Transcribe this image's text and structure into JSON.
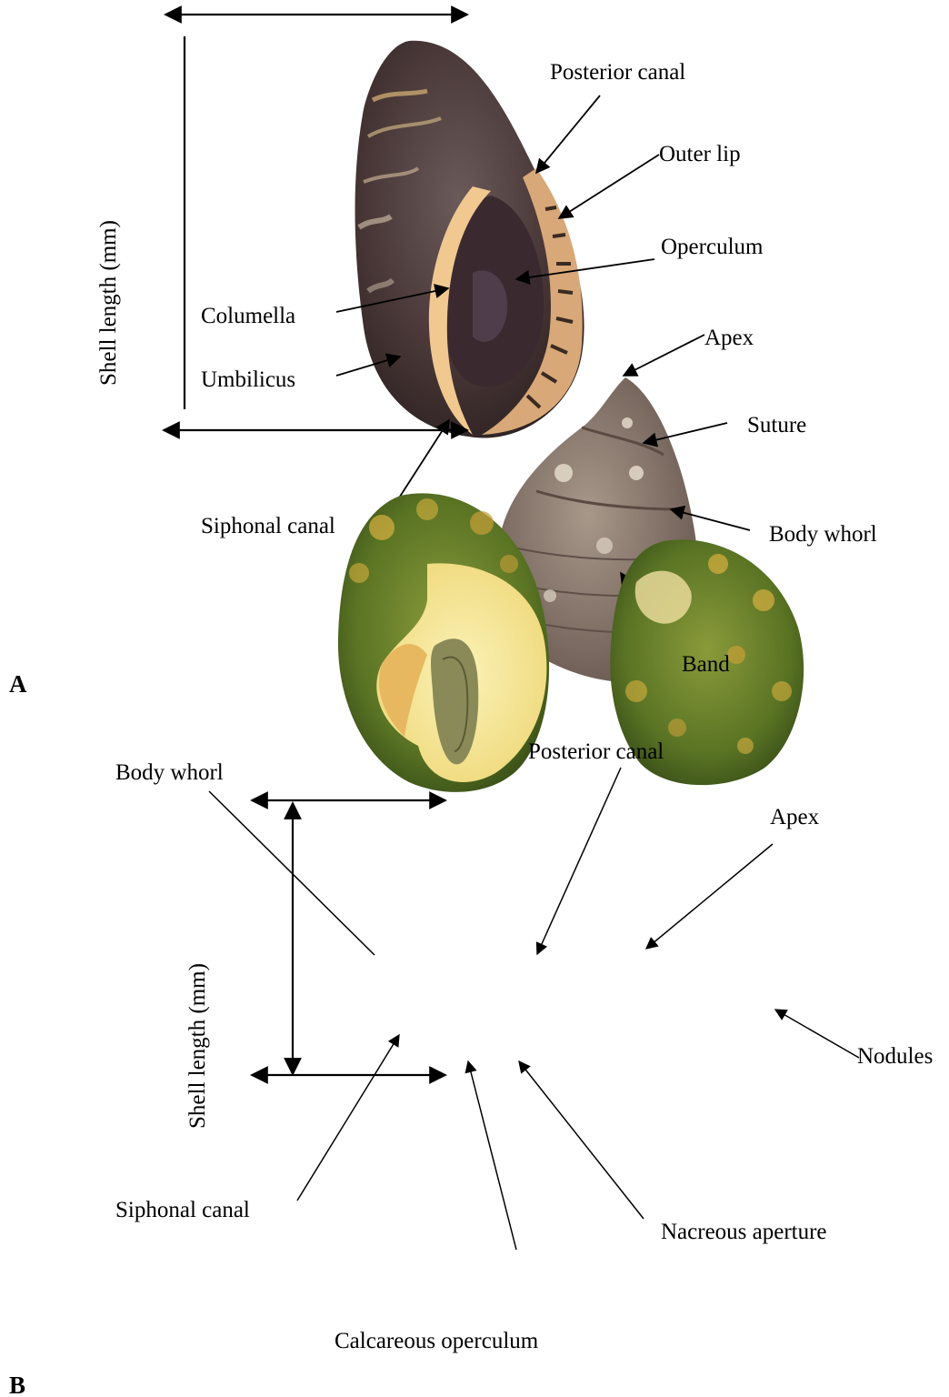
{
  "figure": {
    "panels": [
      "A",
      "B"
    ],
    "panel_a": {
      "axis_label": "Shell length (mm)",
      "labels": {
        "posterior_canal": "Posterior canal",
        "outer_lip": "Outer lip",
        "operculum": "Operculum",
        "columella": "Columella",
        "umbilicus": "Umbilicus",
        "apex": "Apex",
        "suture": "Suture",
        "siphonal_canal": "Siphonal canal",
        "body_whorl": "Body whorl",
        "band": "Band"
      }
    },
    "panel_b": {
      "axis_label": "Shell length (mm)",
      "labels": {
        "posterior_canal": "Posterior canal",
        "body_whorl": "Body whorl",
        "apex": "Apex",
        "nodules": "Nodules",
        "siphonal_canal": "Siphonal canal",
        "nacreous_aperture": "Nacreous aperture",
        "calcareous_operculum": "Calcareous operculum"
      }
    }
  },
  "colors": {
    "shell_a_dark": "#4a3a3a",
    "shell_a_lip": "#e8b48a",
    "shell_a2": "#8a7a6a",
    "shell_b_green": "#5a7a2a",
    "shell_b_gold": "#d8b040",
    "shell_b_aperture": "#f6e69a"
  }
}
